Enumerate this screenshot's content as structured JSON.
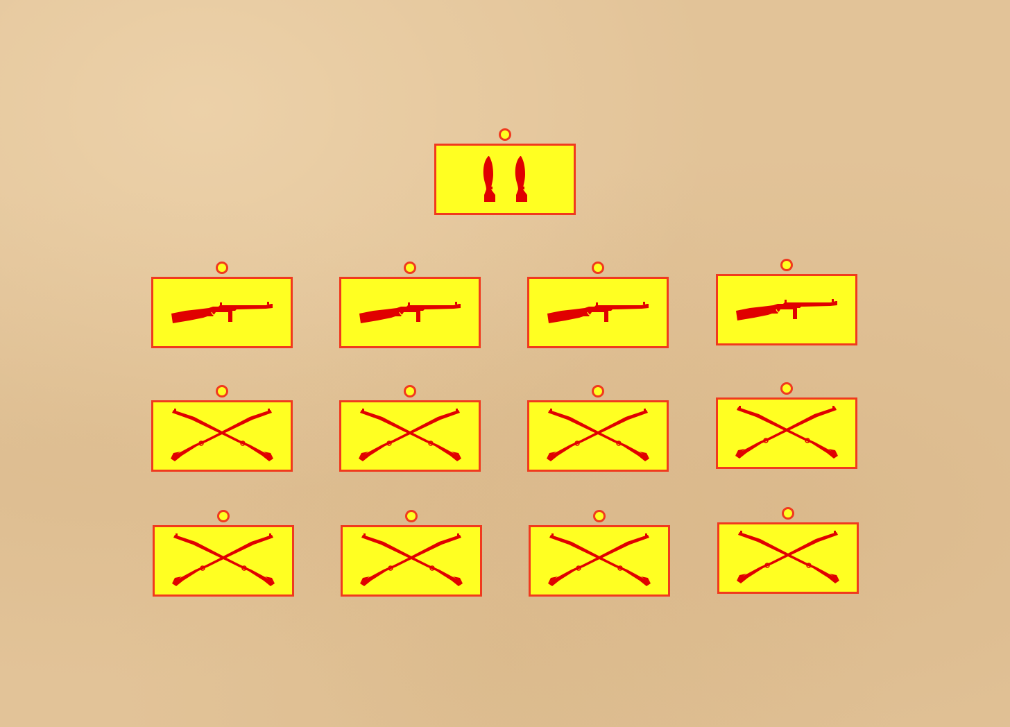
{
  "colors": {
    "background": "#e2c398",
    "counter_fill": "#ffff22",
    "counter_border": "#f03a1e",
    "symbol": "#e00000"
  },
  "units": [
    {
      "id": "hq",
      "type": "mortar",
      "icon": "mortar-shells-icon"
    },
    {
      "id": "smg-1",
      "type": "smg",
      "icon": "submachine-gun-icon"
    },
    {
      "id": "smg-2",
      "type": "smg",
      "icon": "submachine-gun-icon"
    },
    {
      "id": "smg-3",
      "type": "smg",
      "icon": "submachine-gun-icon"
    },
    {
      "id": "smg-4",
      "type": "smg",
      "icon": "submachine-gun-icon"
    },
    {
      "id": "rifle-1",
      "type": "rifle",
      "icon": "crossed-rifles-icon"
    },
    {
      "id": "rifle-2",
      "type": "rifle",
      "icon": "crossed-rifles-icon"
    },
    {
      "id": "rifle-3",
      "type": "rifle",
      "icon": "crossed-rifles-icon"
    },
    {
      "id": "rifle-4",
      "type": "rifle",
      "icon": "crossed-rifles-icon"
    },
    {
      "id": "rifle-5",
      "type": "rifle",
      "icon": "crossed-rifles-icon"
    },
    {
      "id": "rifle-6",
      "type": "rifle",
      "icon": "crossed-rifles-icon"
    },
    {
      "id": "rifle-7",
      "type": "rifle",
      "icon": "crossed-rifles-icon"
    },
    {
      "id": "rifle-8",
      "type": "rifle",
      "icon": "crossed-rifles-icon"
    }
  ]
}
